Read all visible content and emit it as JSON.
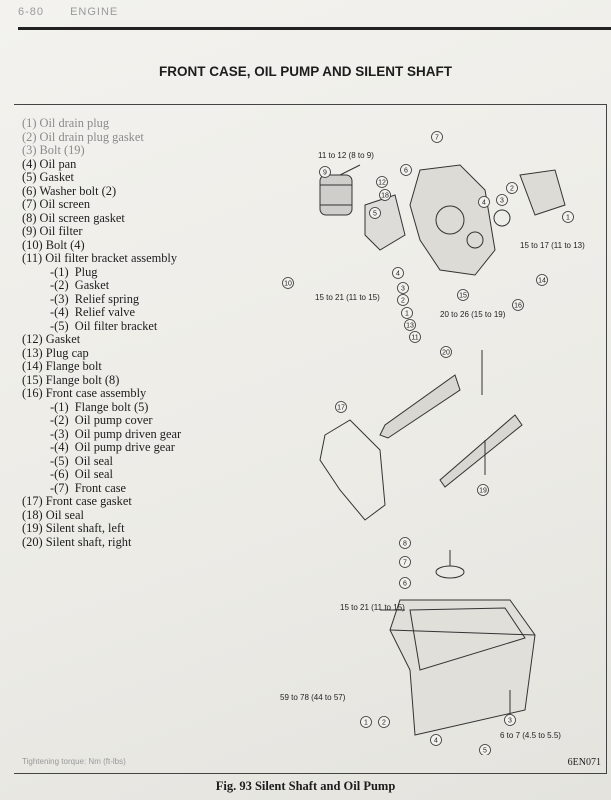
{
  "header": {
    "page": "6-80",
    "section": "ENGINE"
  },
  "title": "FRONT CASE, OIL PUMP AND SILENT SHAFT",
  "parts": [
    {
      "text": "(1) Oil drain plug",
      "sub": false
    },
    {
      "text": "(2) Oil drain plug gasket",
      "sub": false
    },
    {
      "text": "(3) Bolt (19)",
      "sub": false
    },
    {
      "text": "(4) Oil pan",
      "sub": false
    },
    {
      "text": "(5) Gasket",
      "sub": false
    },
    {
      "text": "(6) Washer bolt (2)",
      "sub": false
    },
    {
      "text": "(7) Oil screen",
      "sub": false
    },
    {
      "text": "(8) Oil screen gasket",
      "sub": false
    },
    {
      "text": "(9) Oil filter",
      "sub": false
    },
    {
      "text": "(10) Bolt (4)",
      "sub": false
    },
    {
      "text": "(11) Oil filter bracket assembly",
      "sub": false
    },
    {
      "text": "-(1)  Plug",
      "sub": true
    },
    {
      "text": "-(2)  Gasket",
      "sub": true
    },
    {
      "text": "-(3)  Relief spring",
      "sub": true
    },
    {
      "text": "-(4)  Relief valve",
      "sub": true
    },
    {
      "text": "-(5)  Oil filter bracket",
      "sub": true
    },
    {
      "text": "(12) Gasket",
      "sub": false
    },
    {
      "text": "(13) Plug cap",
      "sub": false
    },
    {
      "text": "(14) Flange bolt",
      "sub": false
    },
    {
      "text": "(15) Flange bolt (8)",
      "sub": false
    },
    {
      "text": "(16) Front case assembly",
      "sub": false
    },
    {
      "text": "-(1)  Flange bolt (5)",
      "sub": true
    },
    {
      "text": "-(2)  Oil pump cover",
      "sub": true
    },
    {
      "text": "-(3)  Oil pump driven gear",
      "sub": true
    },
    {
      "text": "-(4)  Oil pump drive gear",
      "sub": true
    },
    {
      "text": "-(5)  Oil seal",
      "sub": true
    },
    {
      "text": "-(6)  Oil seal",
      "sub": true
    },
    {
      "text": "-(7)  Front case",
      "sub": true
    },
    {
      "text": "(17) Front case gasket",
      "sub": false
    },
    {
      "text": "(18) Oil seal",
      "sub": false
    },
    {
      "text": "(19) Silent shaft, left",
      "sub": false
    },
    {
      "text": "(20) Silent shaft, right",
      "sub": false
    }
  ],
  "torques": [
    "11 to 12 (8 to 9)",
    "15 to 17 (11 to 13)",
    "15 to 21 (11 to 15)",
    "20 to 26 (15 to 19)",
    "15 to 21 (11 to 15)",
    "59 to 78 (44 to 57)",
    "6 to 7 (4.5 to 5.5)"
  ],
  "callouts": [
    "7",
    "9",
    "12",
    "18",
    "6",
    "5",
    "2",
    "3",
    "4",
    "1",
    "10",
    "4",
    "3",
    "2",
    "1",
    "13",
    "11",
    "15",
    "16",
    "14",
    "20",
    "17",
    "19",
    "8",
    "7",
    "6",
    "1",
    "2",
    "4",
    "3",
    "5"
  ],
  "footnote": "Tightening torque: Nm (ft-lbs)",
  "figure_code": "6EN071",
  "caption": "Fig. 93   Silent Shaft and Oil Pump"
}
